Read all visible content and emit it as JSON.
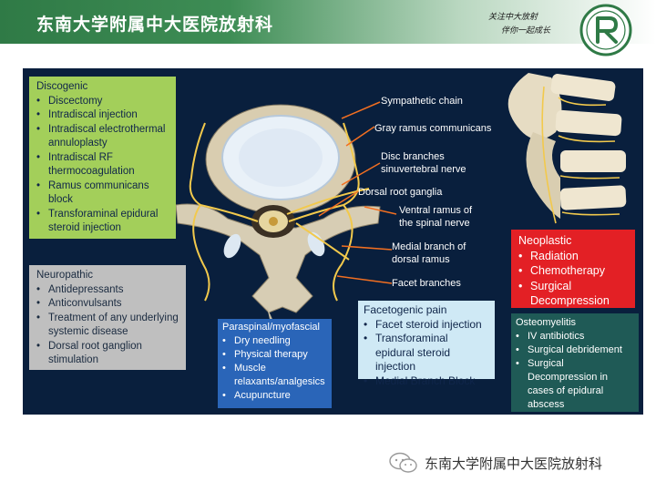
{
  "header": {
    "title": "东南大学附属中大医院放射科",
    "slogan_line1": "关注中大放射",
    "slogan_line2": "伴你一起成长"
  },
  "diagram": {
    "labels": {
      "sympathetic_chain": "Sympathetic chain",
      "gray_ramus": "Gray ramus communicans",
      "disc_branches_1": "Disc branches",
      "disc_branches_2": "sinuvertebral nerve",
      "dorsal_root_ganglia": "Dorsal root ganglia",
      "ventral_ramus_1": "Ventral ramus of",
      "ventral_ramus_2": "the spinal nerve",
      "medial_branch_1": "Medial branch of",
      "medial_branch_2": "dorsal ramus",
      "facet_branches": "Facet branches"
    },
    "discogenic": {
      "title": "Discogenic",
      "items": [
        "Discectomy",
        "Intradiscal injection",
        "Intradiscal electrothermal annuloplasty",
        "Intradiscal RF thermocoagulation",
        "Ramus communicans block",
        "Transforaminal epidural steroid injection"
      ]
    },
    "neuropathic": {
      "title": "Neuropathic",
      "items": [
        "Antidepressants",
        "Anticonvulsants",
        "Treatment of any underlying systemic disease",
        "Dorsal root ganglion stimulation"
      ]
    },
    "paraspinal": {
      "title": "Paraspinal/myofascial",
      "items": [
        "Dry needling",
        "Physical therapy",
        "Muscle relaxants/analgesics",
        "Acupuncture"
      ]
    },
    "facetogenic": {
      "title": "Facetogenic pain",
      "items": [
        "Facet steroid injection",
        "Transforaminal epidural steroid injection",
        "Medial Branch Block"
      ]
    },
    "neoplastic": {
      "title": "Neoplastic",
      "items": [
        "Radiation",
        "Chemotherapy",
        "Surgical Decompression"
      ]
    },
    "osteomyelitis": {
      "title": "Osteomyelitis",
      "items": [
        "IV antibiotics",
        "Surgical debridement",
        "Surgical Decompression in cases of epidural abscess"
      ]
    }
  },
  "footer": {
    "text": "东南大学附属中大医院放射科",
    "icon": "wechat-icon"
  },
  "colors": {
    "header_green": "#2f7a46",
    "panel_navy": "#091f3d",
    "discogenic": "#a3cf5a",
    "neuropathic": "#bfbfbf",
    "paraspinal": "#2a65b8",
    "facetogenic": "#cfe9f5",
    "neoplastic": "#e32025",
    "osteomyelitis": "#1f5a56",
    "nerve": "#f2c94c"
  }
}
